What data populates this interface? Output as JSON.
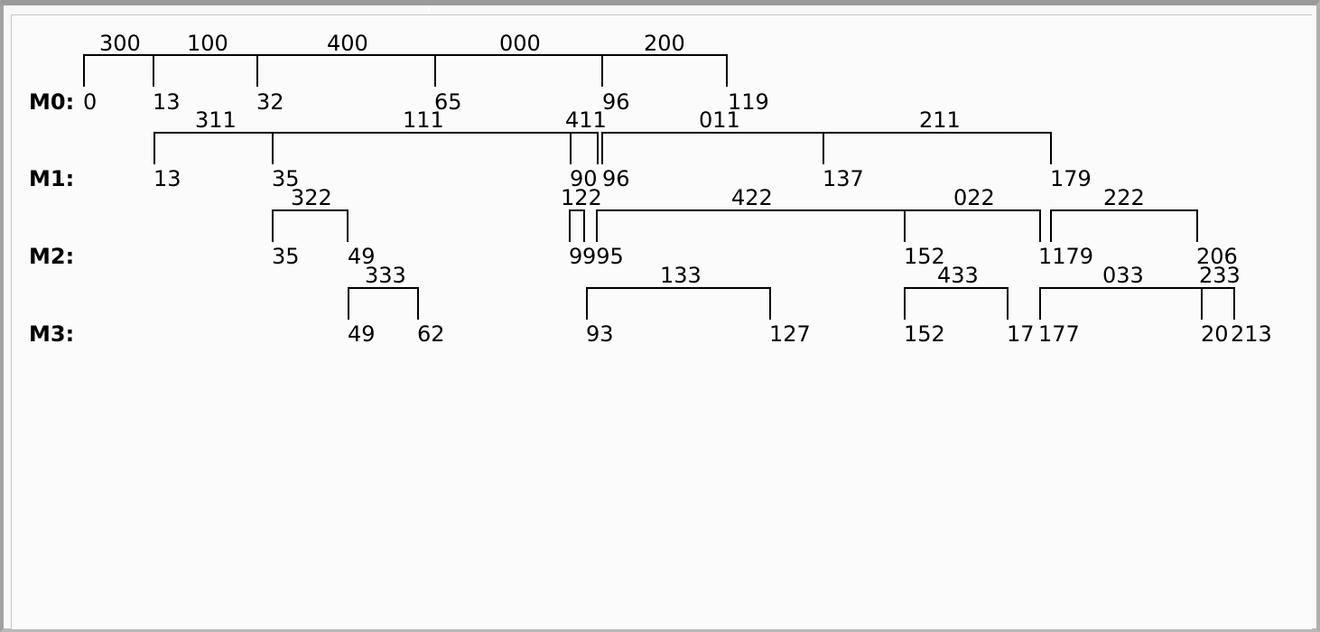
{
  "rows": [
    {
      "label": "M0:",
      "brackets": [
        {
          "left": "0",
          "right": "13",
          "code": "300"
        },
        {
          "left": "13",
          "right": "32",
          "code": "100"
        },
        {
          "left": "32",
          "right": "65",
          "code": "400"
        },
        {
          "left": "65",
          "right": "96",
          "code": "000"
        },
        {
          "left": "96",
          "right": "119",
          "code": "200"
        }
      ]
    },
    {
      "label": "M1:",
      "brackets": [
        {
          "left": "13",
          "right": "35",
          "code": "311"
        },
        {
          "left": "35",
          "right": "90",
          "code": "111"
        },
        {
          "left": "90",
          "right": "96",
          "code": "411"
        },
        {
          "left": "96",
          "right": "137",
          "code": "011"
        },
        {
          "left": "137",
          "right": "179",
          "code": "211"
        }
      ]
    },
    {
      "label": "M2:",
      "brackets": [
        {
          "left": "35",
          "right": "49",
          "code": "322"
        },
        {
          "left": "9",
          "right": "9",
          "code": "122"
        },
        {
          "left": "95",
          "right": "152",
          "code": "422"
        },
        {
          "left": "152",
          "right": "179",
          "code": "022"
        },
        {
          "left": "1179",
          "right": "206",
          "code": "222"
        }
      ]
    },
    {
      "label": "M3:",
      "brackets": [
        {
          "left": "49",
          "right": "62",
          "code": "333"
        },
        {
          "left": "93",
          "right": "127",
          "code": "133"
        },
        {
          "left": "152",
          "right": "17",
          "code": "433"
        },
        {
          "left": "177",
          "right": "20",
          "code": "033"
        },
        {
          "left": "20",
          "right": "213",
          "code": "233"
        }
      ]
    }
  ],
  "row_labels": [
    "M0:",
    "M1:",
    "M2:",
    "M3:"
  ],
  "m0_values": [
    "0",
    "13",
    "32",
    "65",
    "96",
    "119"
  ],
  "m1_values": [
    "13",
    "35",
    "90",
    "96",
    "137",
    "179"
  ],
  "m2_values": [
    "35",
    "49",
    "9",
    "995",
    "152",
    "1179",
    "206"
  ],
  "m3_values": [
    "49",
    "62",
    "93",
    "127",
    "152",
    "17",
    "177",
    "20",
    "213"
  ],
  "m0_codes": [
    "300",
    "100",
    "400",
    "000",
    "200"
  ],
  "m1_codes": [
    "311",
    "111",
    "411",
    "011",
    "211"
  ],
  "m2_codes": [
    "322",
    "122",
    "422",
    "022",
    "222"
  ],
  "m3_codes": [
    "333",
    "133",
    "433",
    "033",
    "233"
  ]
}
